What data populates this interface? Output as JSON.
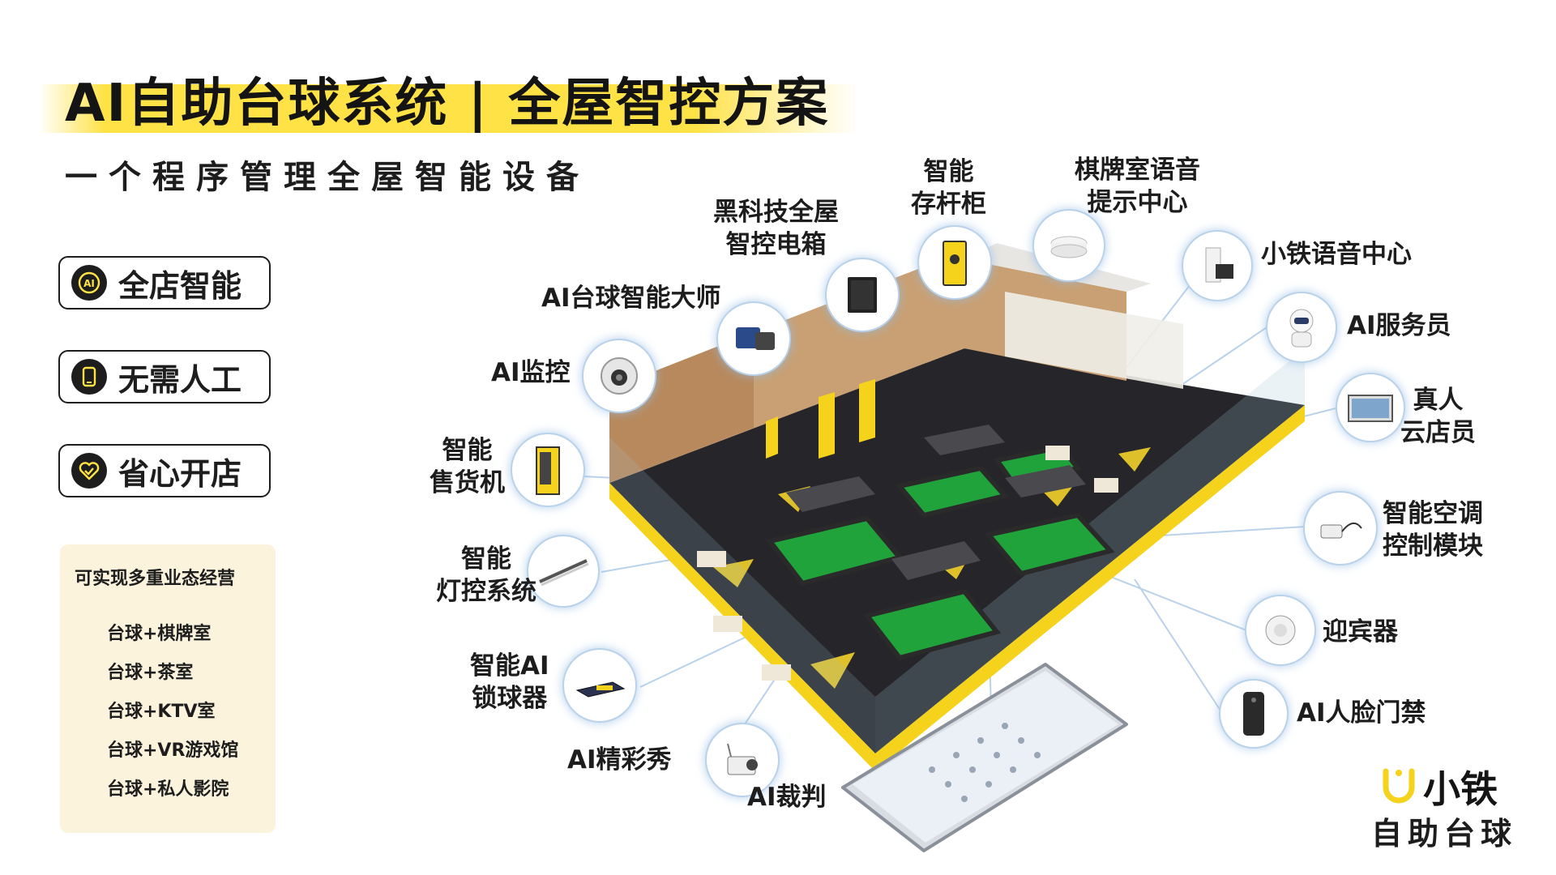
{
  "header": {
    "title": "AI自助台球系统 | 全屋智控方案",
    "subtitle": "一个程序管理全屋智能设备"
  },
  "features": [
    {
      "label": "全店智能",
      "icon": "ai-head-icon"
    },
    {
      "label": "无需人工",
      "icon": "tablet-icon"
    },
    {
      "label": "省心开店",
      "icon": "heart-check-icon"
    }
  ],
  "business": {
    "title": "可实现多重业态经营",
    "items": [
      "台球+棋牌室",
      "台球+茶室",
      "台球+KTV室",
      "台球+VR游戏馆",
      "台球+私人影院"
    ]
  },
  "devices": {
    "ai_camera": [
      "AI监控"
    ],
    "ai_master": [
      "AI台球智能大师"
    ],
    "power_box": [
      "黑科技全屋",
      "智控电箱"
    ],
    "cue_locker": [
      "智能",
      "存杆柜"
    ],
    "room_voice": [
      "棋牌室语音",
      "提示中心"
    ],
    "voice_center": [
      "小铁语音中心"
    ],
    "ai_waiter": [
      "AI服务员"
    ],
    "cloud_clerk": [
      "真人",
      "云店员"
    ],
    "vending": [
      "智能",
      "售货机"
    ],
    "light_control": [
      "智能",
      "灯控系统"
    ],
    "ac_control": [
      "智能空调",
      "控制模块"
    ],
    "ball_lock": [
      "智能AI",
      "锁球器"
    ],
    "greeter": [
      "迎宾器"
    ],
    "face_access": [
      "AI人脸门禁"
    ],
    "highlight": [
      "AI精彩秀"
    ],
    "referee": [
      "AI裁判"
    ]
  },
  "brand": {
    "name": "小铁",
    "tagline": "自助台球"
  },
  "colors": {
    "accent_yellow": "#ffe246",
    "dark": "#1d1d1d",
    "table_green": "#1fa33a",
    "node_glow": "#b9d2ea"
  }
}
